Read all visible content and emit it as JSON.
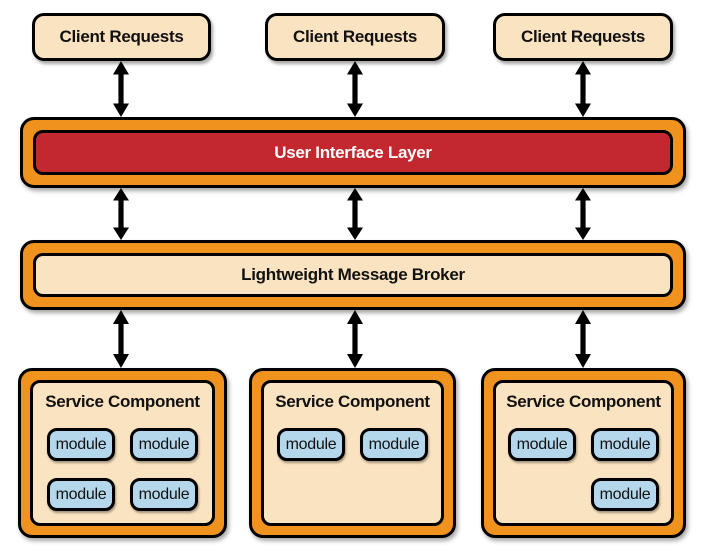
{
  "colors": {
    "orange": "#F0921E",
    "red": "#C2282E",
    "cream": "#FAE3C0",
    "blue": "#B5D7EB",
    "line": "#000000",
    "shadow": "rgba(0,0,0,0.35)"
  },
  "clients": [
    {
      "label": "Client Requests"
    },
    {
      "label": "Client Requests"
    },
    {
      "label": "Client Requests"
    }
  ],
  "ui_layer": {
    "label": "User Interface Layer"
  },
  "broker": {
    "label": "Lightweight Message Broker"
  },
  "services": [
    {
      "title": "Service Component",
      "modules": [
        {
          "label": "module"
        },
        {
          "label": "module"
        },
        {
          "label": "module"
        },
        {
          "label": "module"
        }
      ]
    },
    {
      "title": "Service Component",
      "modules": [
        {
          "label": "module"
        },
        {
          "label": "module"
        }
      ]
    },
    {
      "title": "Service Component",
      "modules": [
        {
          "label": "module"
        },
        {
          "label": "module"
        },
        {
          "label": "module"
        }
      ]
    }
  ]
}
